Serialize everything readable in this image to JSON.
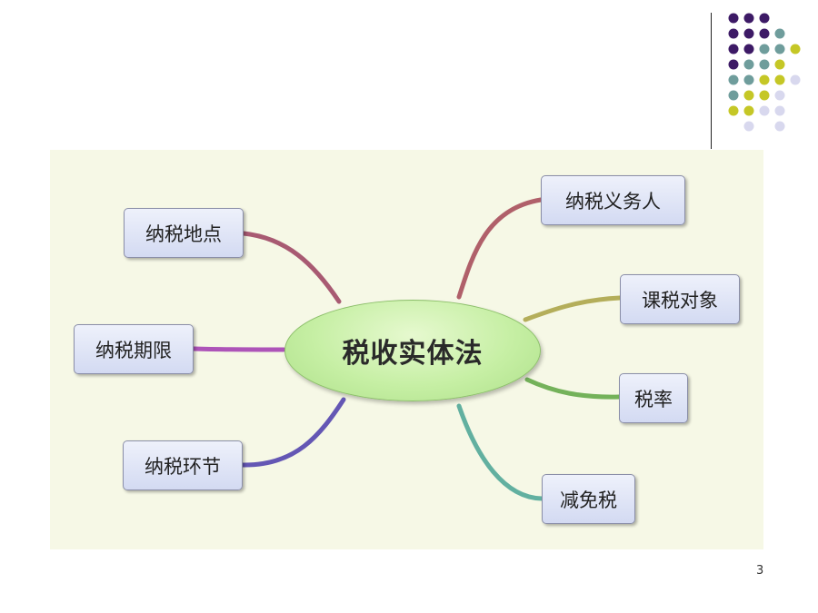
{
  "mindmap": {
    "center": "税收实体法",
    "topics": [
      {
        "label": "纳税义务人",
        "color": "#b0606a"
      },
      {
        "label": "课税对象",
        "color": "#b4ae5a"
      },
      {
        "label": "税率",
        "color": "#74b25a"
      },
      {
        "label": "减免税",
        "color": "#62b0a0"
      },
      {
        "label": "纳税地点",
        "color": "#a85a72"
      },
      {
        "label": "纳税期限",
        "color": "#ad54b8"
      },
      {
        "label": "纳税环节",
        "color": "#6457b4"
      }
    ]
  },
  "page_number": "3",
  "decor": {
    "dot_colors": {
      "purple": "#3d1a66",
      "teal": "#6f9d9c",
      "olive": "#c5c726",
      "lavender": "#d8d8ee"
    }
  }
}
